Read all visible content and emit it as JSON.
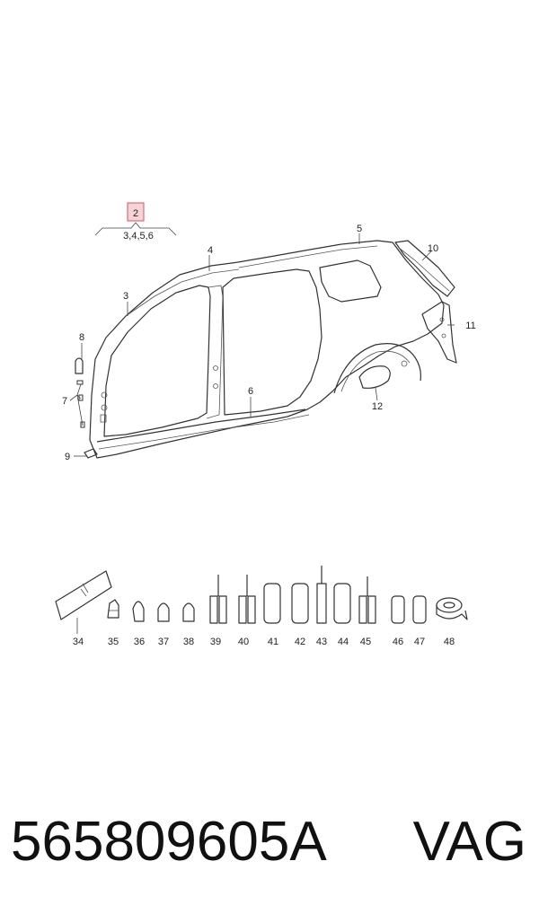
{
  "callouts": {
    "highlight": "2",
    "group": "3,4,5,6",
    "c3": "3",
    "c4": "4",
    "c5": "5",
    "c6": "6",
    "c7": "7",
    "c8": "8",
    "c9": "9",
    "c10": "10",
    "c11": "11",
    "c12": "12"
  },
  "parts_row": [
    "34",
    "35",
    "36",
    "37",
    "38",
    "39",
    "40",
    "41",
    "42",
    "43",
    "44",
    "45",
    "46",
    "47",
    "48"
  ],
  "footer": {
    "part_number": "565809605A",
    "brand": "VAG"
  },
  "colors": {
    "highlight_fill": "#f6d3d6",
    "highlight_border": "#d9535f",
    "line": "#333333"
  }
}
